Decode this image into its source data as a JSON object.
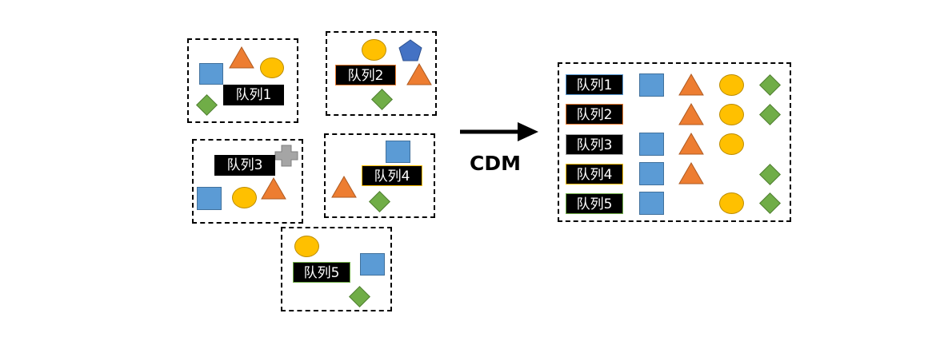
{
  "colors": {
    "square": "#5b9bd5",
    "triangle": "#ed7d31",
    "circle": "#ffc000",
    "diamond": "#70ad47",
    "pentagon": "#4472c4",
    "cross": "#a5a5a5",
    "label_bg": "#000000",
    "label_text": "#ffffff"
  },
  "left_groups": {
    "q1": {
      "label": "队列1"
    },
    "q2": {
      "label": "队列2"
    },
    "q3": {
      "label": "队列3"
    },
    "q4": {
      "label": "队列4"
    },
    "q5": {
      "label": "队列5"
    }
  },
  "arrow": {
    "label": "CDM"
  },
  "result": {
    "rows": [
      {
        "label": "队列1",
        "shapes": [
          "square",
          "triangle",
          "circle",
          "diamond"
        ]
      },
      {
        "label": "队列2",
        "shapes": [
          "triangle",
          "circle",
          "diamond"
        ]
      },
      {
        "label": "队列3",
        "shapes": [
          "square",
          "triangle",
          "circle"
        ]
      },
      {
        "label": "队列4",
        "shapes": [
          "square",
          "triangle",
          "diamond"
        ]
      },
      {
        "label": "队列5",
        "shapes": [
          "square",
          "circle",
          "diamond"
        ]
      }
    ]
  }
}
